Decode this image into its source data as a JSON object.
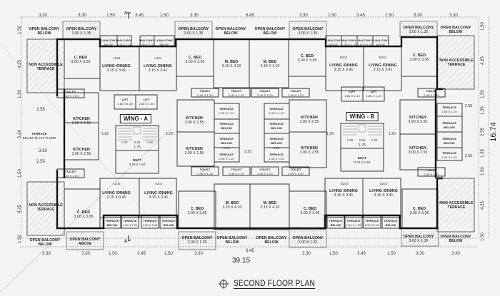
{
  "title": "SECOND FLOOR PLAN",
  "overall_dimensions": {
    "width": "39.15",
    "depth": "16.74"
  },
  "section_marker": "A",
  "wings": [
    "WING - A",
    "WING - B"
  ],
  "top_dims": [
    "3.30",
    "3.30",
    "1.50",
    "3.45",
    "1.50",
    "3.30",
    "6.45",
    "3.30",
    "1.50",
    "3.45",
    "1.50",
    "3.30",
    "3.30"
  ],
  "bottom_dims": [
    "3.30",
    "3.30",
    "1.50",
    "3.45",
    "1.50",
    "3.30",
    "6.45",
    "3.30",
    "1.50",
    "3.45",
    "1.50",
    "3.30",
    "3.30"
  ],
  "left_dims": [
    "1.50",
    "4.25",
    "1.50",
    "5.24",
    "1.50",
    "4.25",
    "1.50"
  ],
  "right_dims": [
    "1.50",
    "4.25",
    "1.50",
    "1.35",
    "2.55",
    "1.35",
    "1.50",
    "4.25",
    "1.50"
  ],
  "stair_dims": {
    "w1": "1.50",
    "w2": "0.25",
    "w3": "1.50",
    "total": "1.75",
    "landing": "1.50",
    "side": "1.20",
    "mid": "2.25",
    "terr_gap": "2.10",
    "terr_w": "2.55",
    "terr_h": "3.30"
  },
  "units": {
    "a204": "A204",
    "a201": "A201",
    "a203": "A203",
    "a202": "A202",
    "b204": "B204",
    "b201": "B201",
    "b203": "B203",
    "b202": "B202"
  },
  "rooms": {
    "c_bed": {
      "name": "C. BED",
      "size": "3.00 X 3.05"
    },
    "m_bed": {
      "name": "M. BED",
      "size": "3.15 X 4.10"
    },
    "living": {
      "name": "LIVING /DINING",
      "size": "3.15 X 3.41"
    },
    "kitchen": {
      "name": "KITCHEN",
      "size": "3.00 X 2.55"
    },
    "toilet": {
      "name": "TOILET",
      "size": "2.40 X 1.20"
    },
    "lift": {
      "name": "LIFT",
      "size": "1.80 X 1.40"
    },
    "duct": {
      "name": "DUCT",
      "size": "3.75 X 1.50"
    },
    "terrace_small": {
      "name": "TERRACE",
      "size": "1.95 X 1.20"
    },
    "terrace_bal": {
      "name": "TERRACE",
      "size": "1.50 X 1.20"
    },
    "terrace_below": {
      "name": "TERRACE",
      "size": "BELOW"
    },
    "balcony": {
      "name": "BALCONY",
      "size": "1.50 X 1.20"
    },
    "bal_above": {
      "name": "O.BALCONY",
      "size": "ABOVE"
    },
    "open_bal": {
      "name": "OPEN BALCONY",
      "size": "3.00 X 1.35"
    },
    "open_bal_below": {
      "name": "OPEN BALCONY",
      "size": "BELOW"
    },
    "open_bal_above": {
      "name": "OPEN BALCONY",
      "size": "ABOVE"
    },
    "nat": {
      "name": "NON ACCESSIBLE",
      "size": "TERRACE"
    },
    "terr_1st": {
      "name": "TERRACE",
      "size": "BELOW @ 1ST FLOOR"
    }
  }
}
